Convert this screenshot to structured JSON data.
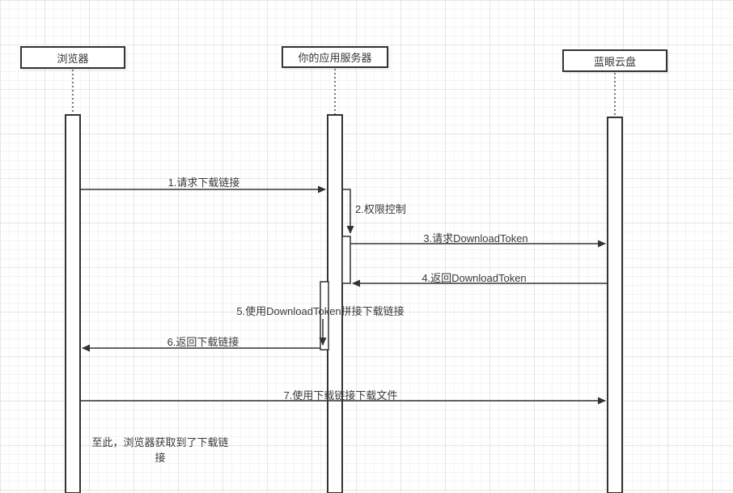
{
  "diagram": {
    "type": "sequence-diagram",
    "participants": [
      {
        "id": "browser",
        "label": "浏览器"
      },
      {
        "id": "app-server",
        "label": "你的应用服务器"
      },
      {
        "id": "cloud-disk",
        "label": "蓝眼云盘"
      }
    ],
    "messages": [
      {
        "seq": 1,
        "label": "1.请求下载链接",
        "from": "浏览器",
        "to": "你的应用服务器"
      },
      {
        "seq": 2,
        "label": "2.权限控制",
        "from": "你的应用服务器",
        "to": "你的应用服务器"
      },
      {
        "seq": 3,
        "label": "3.请求DownloadToken",
        "from": "你的应用服务器",
        "to": "蓝眼云盘"
      },
      {
        "seq": 4,
        "label": "4.返回DownloadToken",
        "from": "蓝眼云盘",
        "to": "你的应用服务器"
      },
      {
        "seq": 5,
        "label": "5.使用DownloadToken拼接下载链接",
        "from": "你的应用服务器",
        "to": "你的应用服务器"
      },
      {
        "seq": 6,
        "label": "6.返回下载链接",
        "from": "你的应用服务器",
        "to": "浏览器"
      },
      {
        "seq": 7,
        "label": "7.使用下载链接下载文件",
        "from": "浏览器",
        "to": "蓝眼云盘"
      }
    ],
    "note": {
      "text": "至此，浏览器获取到了下载链接"
    },
    "colors": {
      "line": "#333333",
      "grid_minor": "#f4f4f4",
      "grid_major": "#e6e6e6",
      "shape_fill": "#ffffff"
    }
  }
}
